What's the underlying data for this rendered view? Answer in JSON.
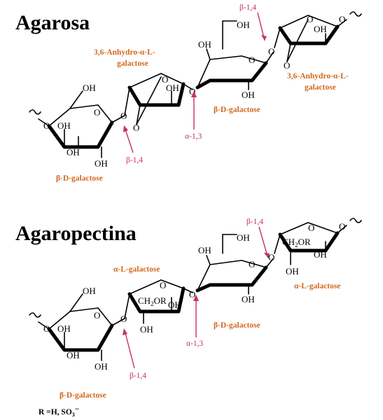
{
  "agarosa": {
    "title": "Agarosa",
    "labels": {
      "anhydro_left": [
        "3,6-Anhydro-α-L-",
        "galactose"
      ],
      "anhydro_right": [
        "3,6-Anhydro-α-L-",
        "galactose"
      ],
      "galactose_mid": "β-D-galactose",
      "galactose_left": "β-D-galactose",
      "link_b14_top": "β-1,4",
      "link_a13": "α-1,3",
      "link_b14_low": "β-1,4"
    }
  },
  "agaropectina": {
    "title": "Agaropectina",
    "labels": {
      "galactose_right": "α-L-galactose",
      "galactose_a_mid": "α-L-galactose",
      "galactose_mid": "β-D-galactose",
      "galactose_left": "β-D-galactose",
      "link_b14_top": "β-1,4",
      "link_a13": "α-1,3",
      "link_b14_low": "β-1,4"
    }
  },
  "atoms": {
    "oh": "OH",
    "o": "O",
    "ch2or": "CH2OR"
  },
  "footnote": "R =H, SO3⁻"
}
